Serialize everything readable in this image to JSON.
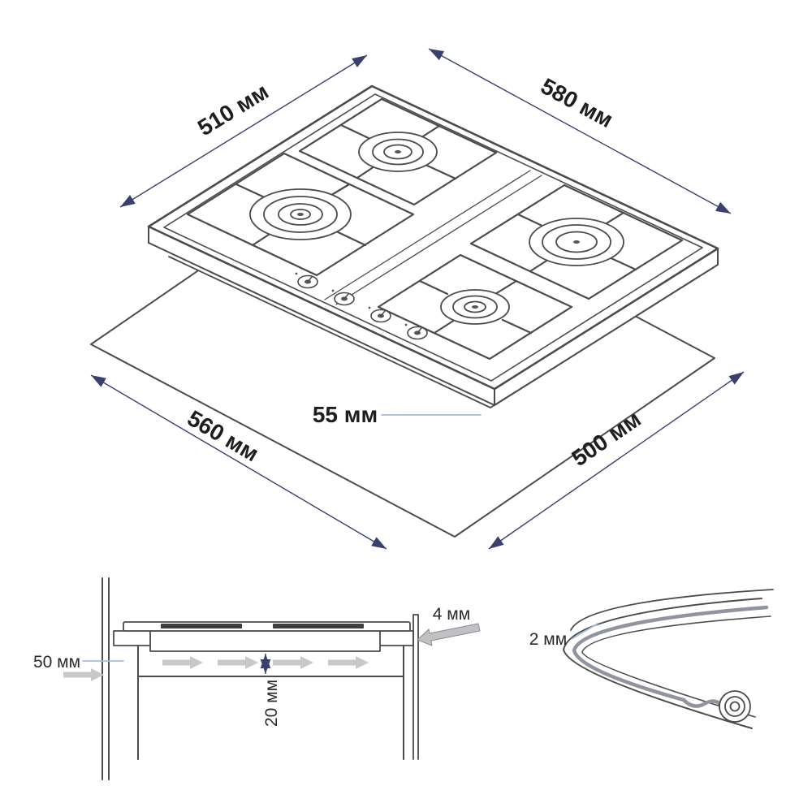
{
  "colors": {
    "background": "#ffffff",
    "line": "#4b4b4b",
    "dimension_line": "#39406e",
    "leader_line": "#a6bcd6",
    "flow_arrow": "#c7c9cc",
    "text": "#1e1e1e"
  },
  "hob": {
    "dimensions": {
      "depth_label": "510 мм",
      "width_label": "580 мм",
      "height_label": "55 мм"
    },
    "cutout": {
      "width_label": "560 мм",
      "depth_label": "500 мм"
    }
  },
  "installation": {
    "wall_clearance_label": "50 мм",
    "bottom_clearance_label": "20 мм",
    "rear_gap_label": "4 мм"
  },
  "seal": {
    "thickness_label": "2 мм"
  }
}
